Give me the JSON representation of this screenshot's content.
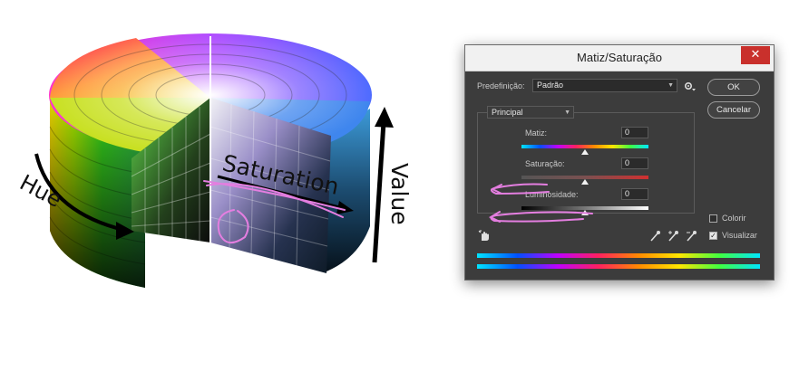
{
  "figure": {
    "label_hue": "Hue",
    "label_saturation": "Saturation",
    "label_value": "Value"
  },
  "dialog": {
    "title": "Matiz/Saturação",
    "close_glyph": "✕",
    "preset_label": "Predefinição:",
    "preset_value": "Padrão",
    "ok_label": "OK",
    "cancel_label": "Cancelar",
    "channel_value": "Principal",
    "sliders": [
      {
        "label": "Matiz:",
        "value": "0",
        "level": 0.5
      },
      {
        "label": "Saturação:",
        "value": "0",
        "level": 0.5
      },
      {
        "label": "Luminosidade:",
        "value": "0",
        "level": 0.5
      }
    ],
    "colorize_label": "Colorir",
    "colorize_checked": false,
    "preview_label": "Visualizar",
    "preview_checked": true,
    "check_glyph": "✓"
  },
  "icons": {
    "settings": "gear-icon",
    "close": "close-icon",
    "target_adjust": "hand-target-icon",
    "eyedropper": "eyedropper-icon",
    "eyedropper_plus": "eyedropper-plus-icon",
    "eyedropper_minus": "eyedropper-minus-icon"
  },
  "colors": {
    "dialog_bg": "#3c3c3c",
    "annotation": "#e47ee0",
    "close_button": "#c9302c"
  }
}
